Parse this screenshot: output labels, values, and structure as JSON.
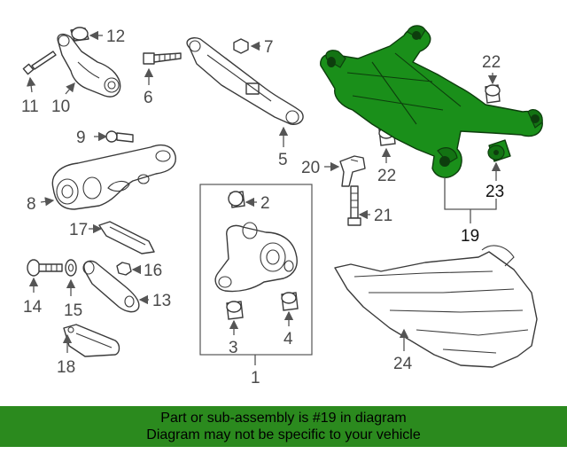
{
  "callouts": {
    "c1": "1",
    "c2": "2",
    "c3": "3",
    "c4": "4",
    "c5": "5",
    "c6": "6",
    "c7": "7",
    "c8": "8",
    "c9": "9",
    "c10": "10",
    "c11": "11",
    "c12": "12",
    "c13": "13",
    "c14": "14",
    "c15": "15",
    "c16": "16",
    "c17": "17",
    "c18": "18",
    "c19": "19",
    "c20": "20",
    "c21": "21",
    "c22a": "22",
    "c22b": "22",
    "c23": "23",
    "c24": "24"
  },
  "highlight_color": "#1a8f1a",
  "banner": {
    "line1": "Part or sub-assembly is #19 in diagram",
    "line2": "Diagram may not be specific to your vehicle",
    "color": "#2b8a1e"
  }
}
